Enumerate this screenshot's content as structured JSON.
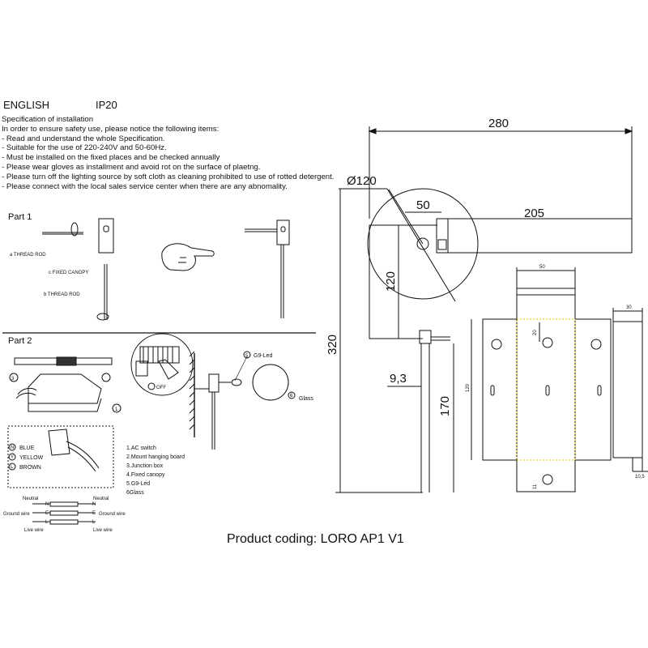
{
  "header": {
    "language": "ENGLISH",
    "rating": "IP20"
  },
  "spec": {
    "title": "Specification of installation",
    "intro": "In order to ensure safety use, please notice the following items:",
    "items": [
      "- Read and understand the whole Specification.",
      "- Suitable for the use of 220-240V and 50-60Hz.",
      "- Must be installed on the fixed places and be checked annually",
      "- Please wear gloves as installment and avoid rot on the surface of plaetng.",
      "- Please turn off the lighting source by soft cloth as cleaning prohibited to use of rotted detergent.",
      "- Please connect with the local sales service center when there are any abnomality."
    ]
  },
  "part1": {
    "title": "Part 1",
    "thread_rod_a": "a THREAD ROD",
    "fixed_canopy": "c FIXED CANOPY",
    "thread_rod_b": "b THREAD ROD"
  },
  "part2": {
    "title": "Part 2",
    "wires": {
      "blue": "BLUE",
      "yellow": "YELLOW",
      "brown": "BROWN",
      "n": "N",
      "y": "Y",
      "l": "L"
    },
    "off_label": "OFF",
    "g9_led": "G9-Led",
    "glass": "Glass",
    "callouts": {
      "c1": "1",
      "c3": "3",
      "c5": "5",
      "c6": "6"
    },
    "legend": [
      "1.AC switch",
      "2.Mount hanging board",
      "3.Junction box",
      "4.Fixed canopy",
      "5.G9-Led",
      "6Glass"
    ],
    "terminal": {
      "neutral": "Neutral",
      "ground": "Ground wire",
      "live": "Live wire",
      "n": "N",
      "e": "E",
      "l": "L"
    }
  },
  "dimensions": {
    "d280": "280",
    "d120dia": "Ø120",
    "d50": "50",
    "d205": "205",
    "d120": "120",
    "d320": "320",
    "d93": "9,3",
    "d170": "170"
  },
  "plate": {
    "d50": "50",
    "d20": "20",
    "d120": "120",
    "d11": "11",
    "d30": "30",
    "d105": "10,5"
  },
  "product_coding": "Product coding: LORO AP1 V1"
}
